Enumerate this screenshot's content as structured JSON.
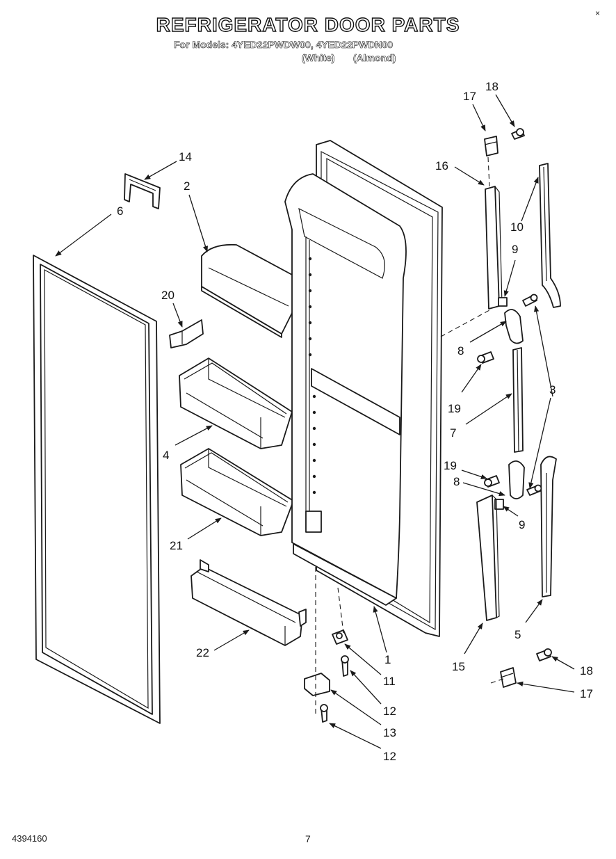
{
  "header": {
    "title": "REFRIGERATOR DOOR PARTS",
    "subtitle": "For Models: 4YED22PWDW00, 4YED22PWDN00",
    "variant_white": "(White)",
    "variant_almond": "(Almond)"
  },
  "corner_mark": "×",
  "footer": {
    "document_id": "4394160",
    "page_number": "7"
  },
  "callouts": {
    "c1": "1",
    "c2": "2",
    "c3": "3",
    "c4": "4",
    "c5": "5",
    "c6": "6",
    "c7": "7",
    "c8a": "8",
    "c8b": "8",
    "c9a": "9",
    "c9b": "9",
    "c10": "10",
    "c11": "11",
    "c12a": "12",
    "c12b": "12",
    "c13": "13",
    "c14": "14",
    "c15": "15",
    "c16": "16",
    "c17a": "17",
    "c17b": "17",
    "c18a": "18",
    "c18b": "18",
    "c19a": "19",
    "c19b": "19",
    "c20": "20",
    "c21": "21",
    "c22": "22"
  }
}
